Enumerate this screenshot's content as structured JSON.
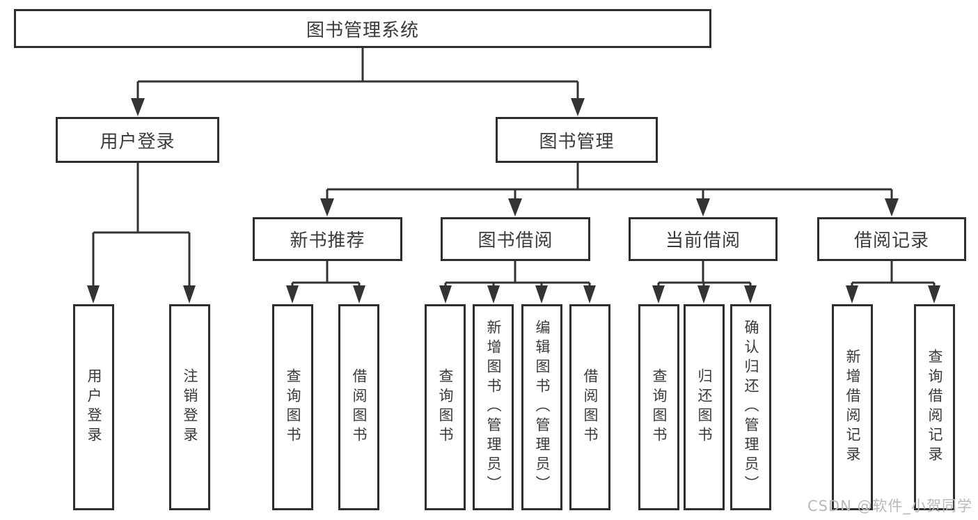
{
  "tree": {
    "root": "图书管理系统",
    "children": [
      {
        "label": "用户登录",
        "children": [
          "用户登录",
          "注销登录"
        ]
      },
      {
        "label": "图书管理",
        "children": [
          {
            "label": "新书推荐",
            "children": [
              "查询图书",
              "借阅图书"
            ]
          },
          {
            "label": "图书借阅",
            "children": [
              "查询图书",
              "新增图书（管理员）",
              "编辑图书（管理员）",
              "借阅图书"
            ]
          },
          {
            "label": "当前借阅",
            "children": [
              "查询图书",
              "归还图书",
              "确认归还（管理员）"
            ]
          },
          {
            "label": "借阅记录",
            "children": [
              "新增借阅记录",
              "查询借阅记录"
            ]
          }
        ]
      }
    ]
  },
  "watermark": "CSDN @软件_小贺同学",
  "colors": {
    "line": "#333333",
    "box_border": "#2e2e2e",
    "text": "#3a3a3a",
    "watermark": "#b9b9b9",
    "background": "#ffffff"
  }
}
